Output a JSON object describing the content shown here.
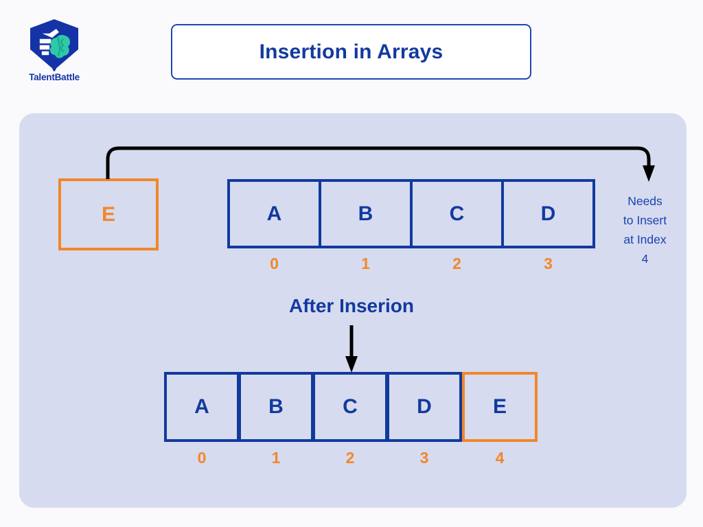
{
  "brand": {
    "name": "TalentBattle",
    "logo_icon": "fist-brain-shield-icon",
    "logo_colors": {
      "shield": "#1433a6",
      "brain": "#1fc8a0",
      "fist": "#ffffff"
    }
  },
  "header": {
    "title": "Insertion in Arrays",
    "title_color": "#123a9e",
    "card_border_color": "#1d47b5",
    "card_background": "#ffffff"
  },
  "theme": {
    "page_background": "#fafafc",
    "panel_background": "#d6dbef",
    "blue": "#123a9e",
    "orange": "#f2872a",
    "arrow": "#000000"
  },
  "diagram": {
    "element_to_insert": {
      "label": "E",
      "border_color": "#f2872a",
      "text_color": "#f2872a"
    },
    "curved_arrow_icon": "curved-arrow-right-down-icon",
    "down_arrow_icon": "arrow-down-icon",
    "original_array": {
      "cells": [
        "A",
        "B",
        "C",
        "D"
      ],
      "indices": [
        "0",
        "1",
        "2",
        "3"
      ]
    },
    "note": {
      "lines": [
        "Needs",
        "to Insert",
        "at Index",
        "4"
      ],
      "text": "Needs to Insert at Index 4"
    },
    "after_label": "After Inserion",
    "result_array": {
      "cells": [
        {
          "label": "A",
          "highlight": false
        },
        {
          "label": "B",
          "highlight": false
        },
        {
          "label": "C",
          "highlight": false
        },
        {
          "label": "D",
          "highlight": false
        },
        {
          "label": "E",
          "highlight": true
        }
      ],
      "indices": [
        "0",
        "1",
        "2",
        "3",
        "4"
      ]
    }
  }
}
